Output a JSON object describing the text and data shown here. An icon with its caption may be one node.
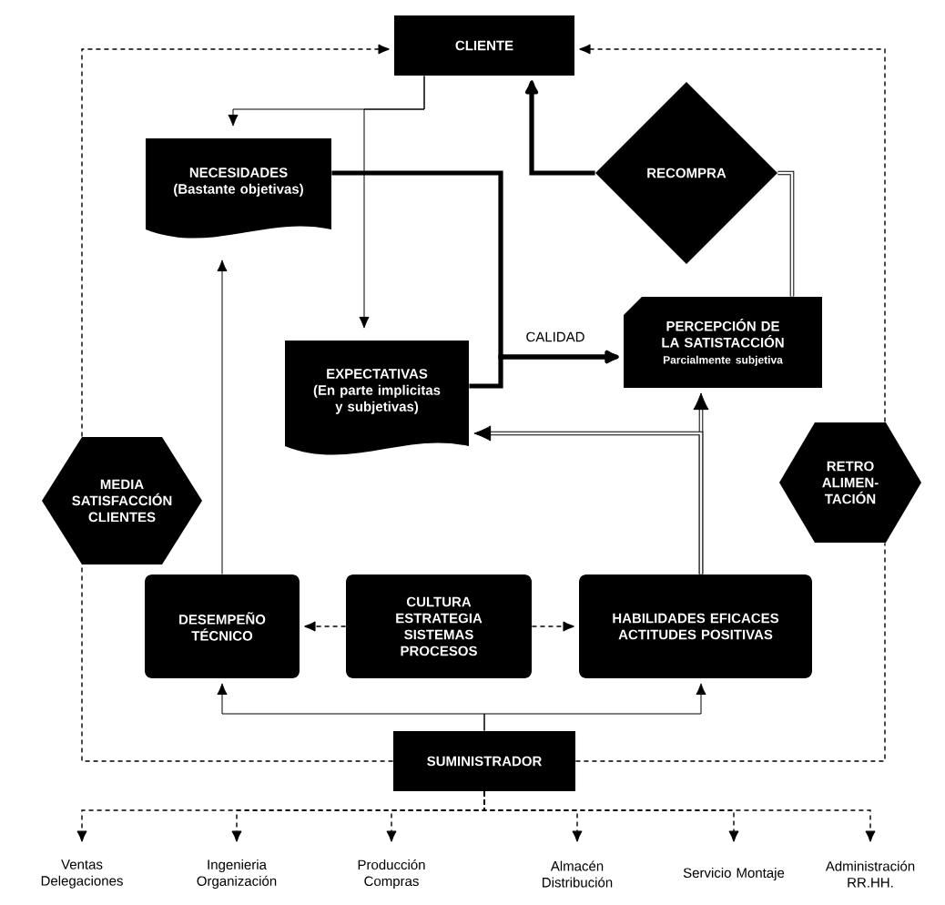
{
  "diagram": {
    "nodes": [
      {
        "text": [
          "CLIENTE"
        ]
      },
      {
        "text": [
          "NECESIDADES",
          "(Bastante objetivas)"
        ]
      },
      {
        "text": [
          "RECOMPRA"
        ]
      },
      {
        "text": [
          "EXPECTATIVAS",
          "(En parte implicitas y subjetivas)"
        ]
      },
      {
        "text": [
          "PERCEPCIÓN DE LA SATISTACCIÓN",
          "Parcialmente subjetiva"
        ]
      },
      {
        "text": [
          "MEDIA SATISFACCIÓN CLIENTES"
        ]
      },
      {
        "text": [
          "RETRO ALIMEN- TACIÓN"
        ]
      },
      {
        "text": [
          "DESEMPEÑO TÉCNICO"
        ]
      },
      {
        "text": [
          "CULTURA ESTRATEGIA SISTEMAS PROCESOS"
        ]
      },
      {
        "text": [
          "HABILIDADES EFICACES ACTITUDES POSITIVAS"
        ]
      },
      {
        "text": [
          "SUMINISTRADOR"
        ]
      },
      {
        "text": [
          "Ventas Delegaciones"
        ]
      },
      {
        "text": [
          "Ingenieria Organización"
        ]
      },
      {
        "text": [
          "Producción Compras"
        ]
      },
      {
        "text": [
          "Almacén Distribución"
        ]
      },
      {
        "text": [
          "Servicio Montaje"
        ]
      },
      {
        "text": [
          "Administración RR.HH."
        ]
      }
    ],
    "edges": [
      {
        "from": 0,
        "to": 1,
        "arrow": "to"
      },
      {
        "from": 0,
        "to": 3,
        "arrow": "to"
      },
      {
        "from": 1,
        "to": 4,
        "arrow": "to",
        "style": "thick",
        "label": "CALIDAD"
      },
      {
        "from": 3,
        "to": 4,
        "arrow": "to",
        "style": "thick"
      },
      {
        "from": 4,
        "to": 2,
        "arrow": "none",
        "style": "thick"
      },
      {
        "from": 2,
        "to": 0,
        "arrow": "to",
        "style": "thick"
      },
      {
        "from": 9,
        "to": 4,
        "arrow": "to",
        "style": "thick"
      },
      {
        "from": 9,
        "to": 3,
        "arrow": "to",
        "style": "thick"
      },
      {
        "from": 7,
        "to": 1,
        "arrow": "to"
      },
      {
        "from": 8,
        "to": 7,
        "arrow": "to",
        "style": "dashed"
      },
      {
        "from": 8,
        "to": 9,
        "arrow": "to",
        "style": "dashed"
      },
      {
        "from": 10,
        "to": 7,
        "arrow": "to"
      },
      {
        "from": 10,
        "to": 9,
        "arrow": "to"
      },
      {
        "from": 10,
        "to": 5,
        "arrow": "none",
        "style": "dashed"
      },
      {
        "from": 5,
        "to": 0,
        "arrow": "to",
        "style": "dashed"
      },
      {
        "from": 10,
        "to": 6,
        "arrow": "none",
        "style": "dashed"
      },
      {
        "from": 6,
        "to": 0,
        "arrow": "to",
        "style": "dashed"
      },
      {
        "from": 10,
        "to": 11,
        "arrow": "to",
        "style": "dashed"
      },
      {
        "from": 10,
        "to": 12,
        "arrow": "to",
        "style": "dashed"
      },
      {
        "from": 10,
        "to": 13,
        "arrow": "to",
        "style": "dashed"
      },
      {
        "from": 10,
        "to": 14,
        "arrow": "to",
        "style": "dashed"
      },
      {
        "from": 10,
        "to": 15,
        "arrow": "to",
        "style": "dashed"
      },
      {
        "from": 10,
        "to": 16,
        "arrow": "to",
        "style": "dashed"
      }
    ]
  }
}
